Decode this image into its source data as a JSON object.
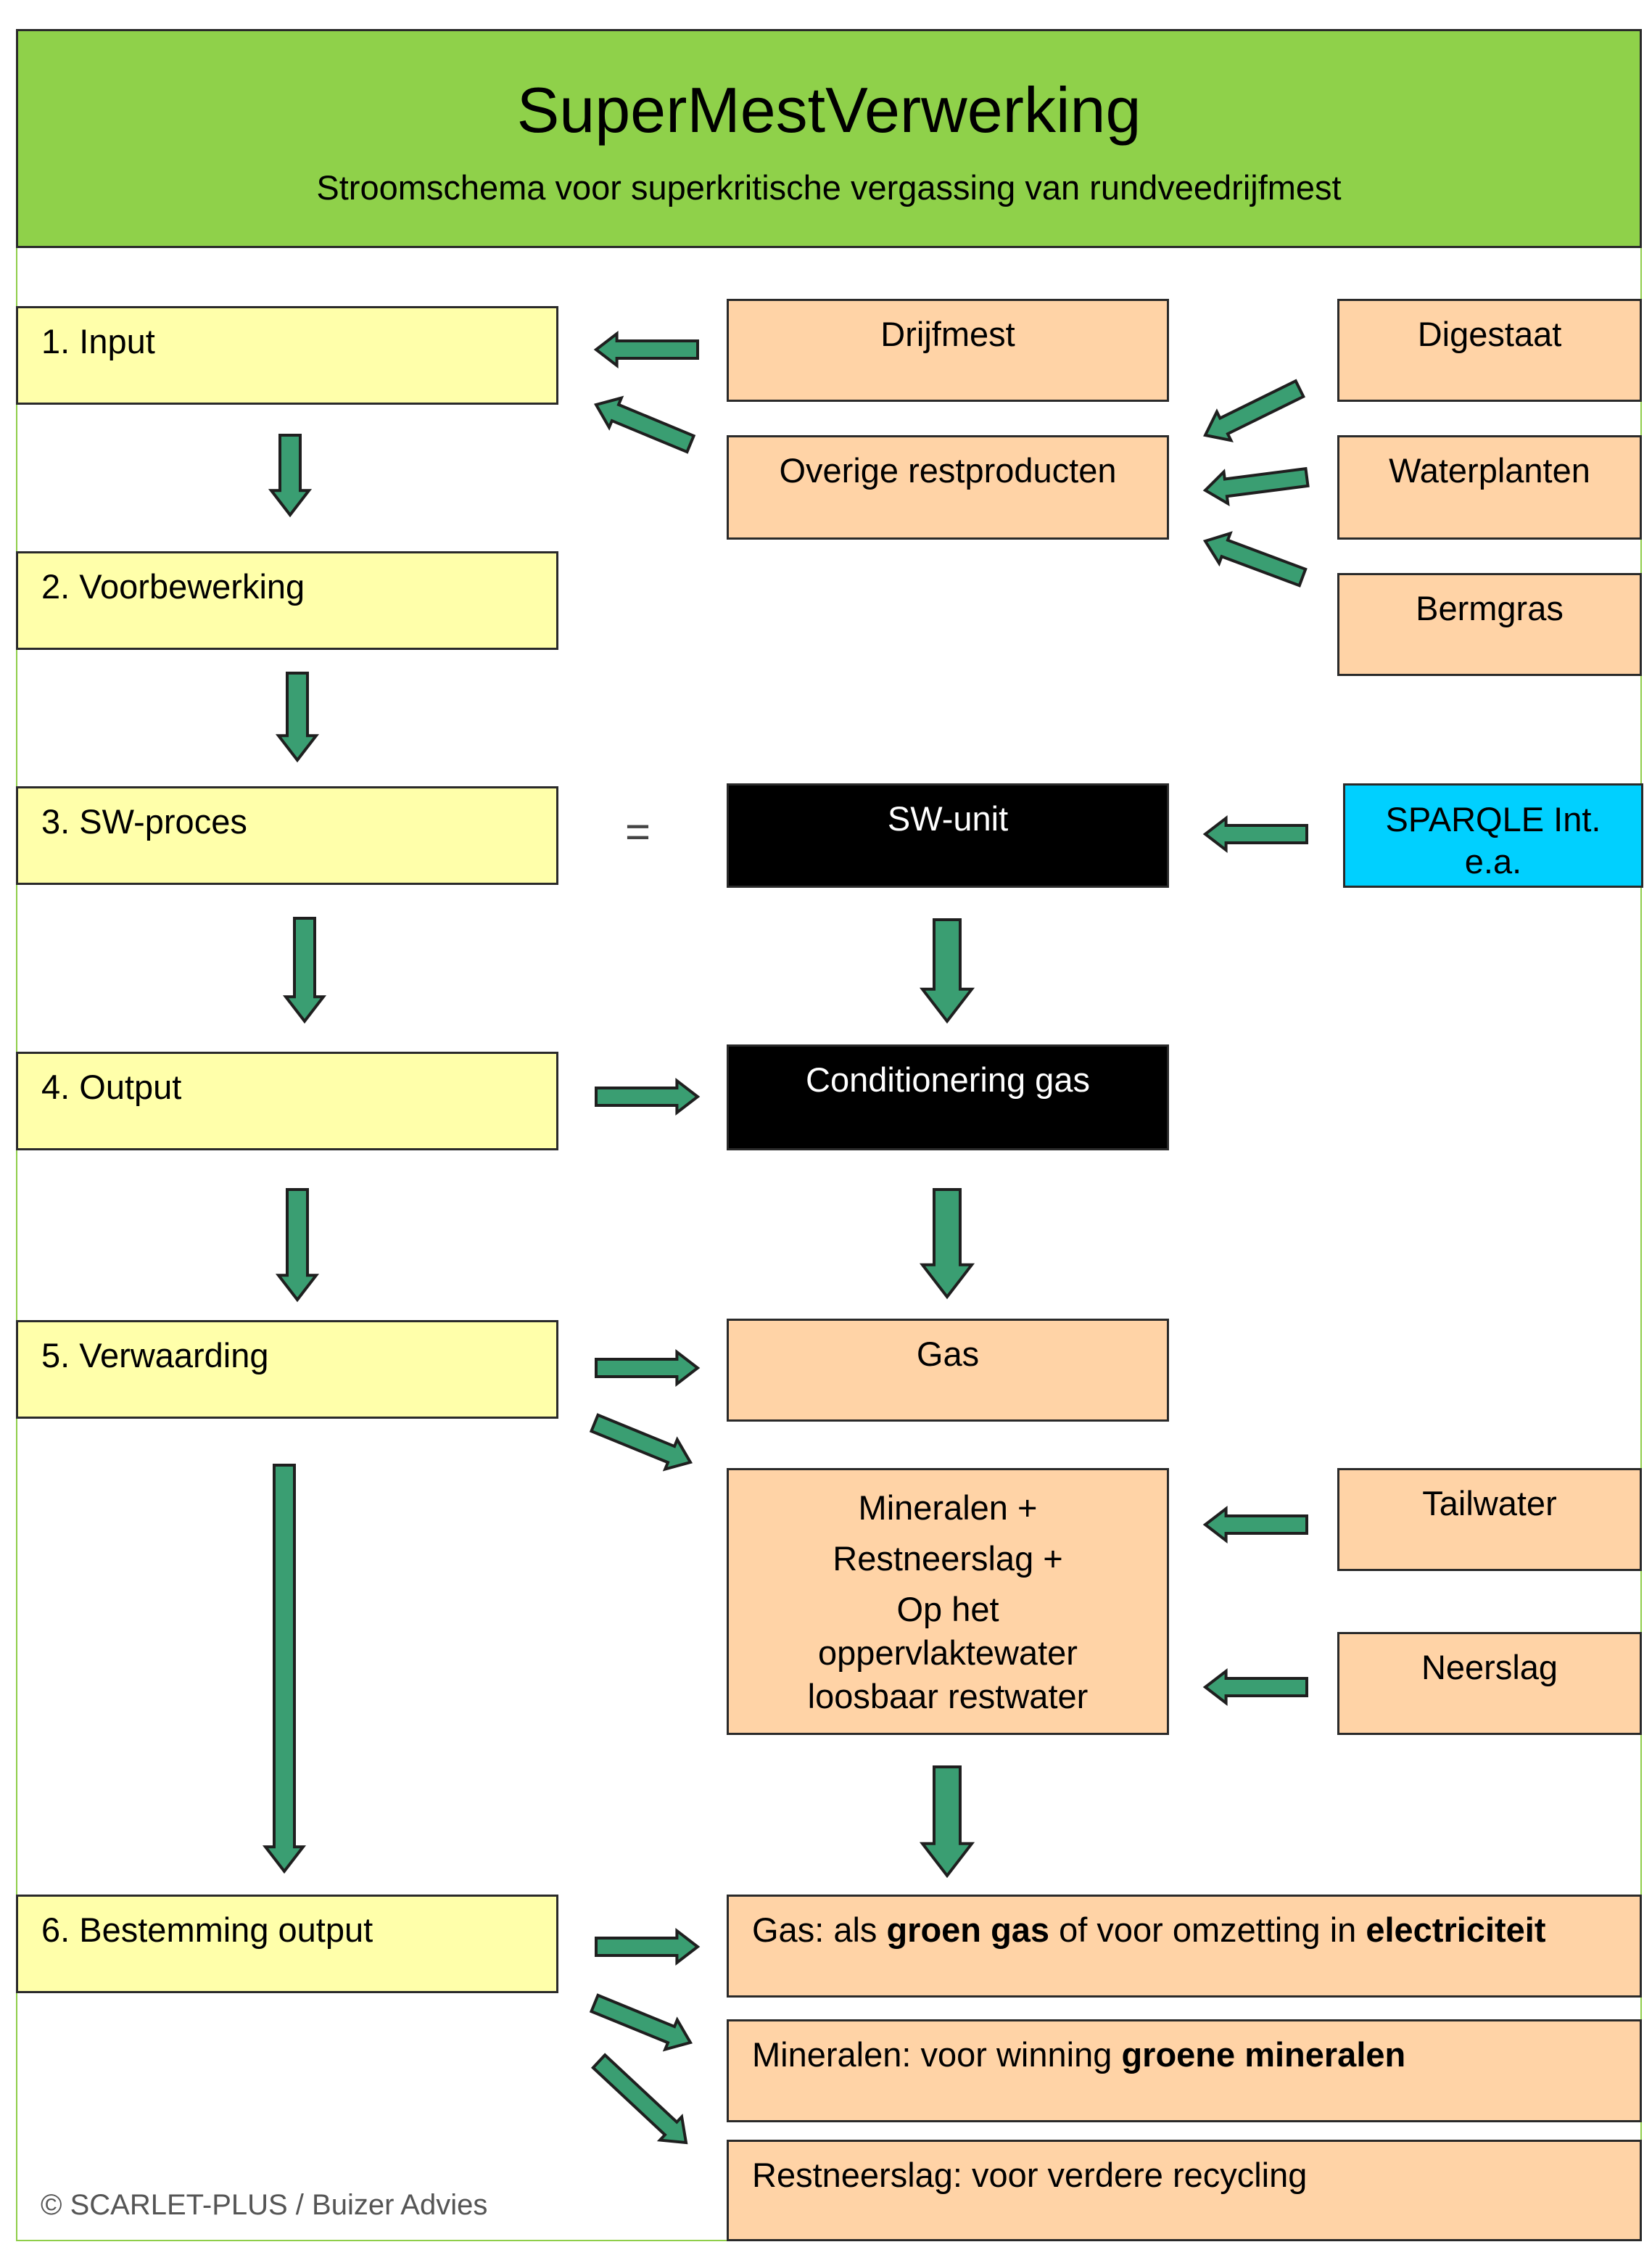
{
  "header": {
    "title": "SuperMestVerwerking",
    "subtitle": "Stroomschema voor superkritische vergassing van rundveedrijfmest"
  },
  "steps": {
    "input": "1. Input",
    "voorbewerking": "2. Voorbewerking",
    "sw_proces": "3. SW-proces",
    "output": "4. Output",
    "verwaarding": "5. Verwaarding",
    "bestemming": "6. Bestemming output"
  },
  "equals_sign": "=",
  "inputs": {
    "drijfmest": "Drijfmest",
    "overige": "Overige restproducten",
    "digestaat": "Digestaat",
    "waterplanten": "Waterplanten",
    "bermgras": "Bermgras"
  },
  "process": {
    "sw_unit": "SW-unit",
    "sparqle_line1": "SPARQLE Int.",
    "sparqle_line2": "e.a.",
    "conditionering": "Conditionering gas"
  },
  "products": {
    "gas": "Gas",
    "mineralen_lines": [
      "Mineralen +",
      "Restneerslag +",
      "Op het",
      "oppervlaktewater",
      "loosbaar restwater"
    ],
    "tailwater": "Tailwater",
    "neerslag": "Neerslag"
  },
  "destinations": {
    "gas_prefix": "Gas: als ",
    "gas_bold1": "groen gas",
    "gas_mid": " of voor omzetting in ",
    "gas_bold2": "electriciteit",
    "mineralen_prefix": "Mineralen: voor winning ",
    "mineralen_bold": "groene mineralen",
    "restneerslag": "Restneerslag: voor verdere recycling"
  },
  "footer": "© SCARLET-PLUS / Buizer Advies",
  "colors": {
    "header_green": "#8fd14a",
    "step_yellow": "#ffffaa",
    "peach": "#ffd3a6",
    "black_box": "#000000",
    "cyan_box": "#00d0ff",
    "arrow_green": "#3a9e72"
  }
}
